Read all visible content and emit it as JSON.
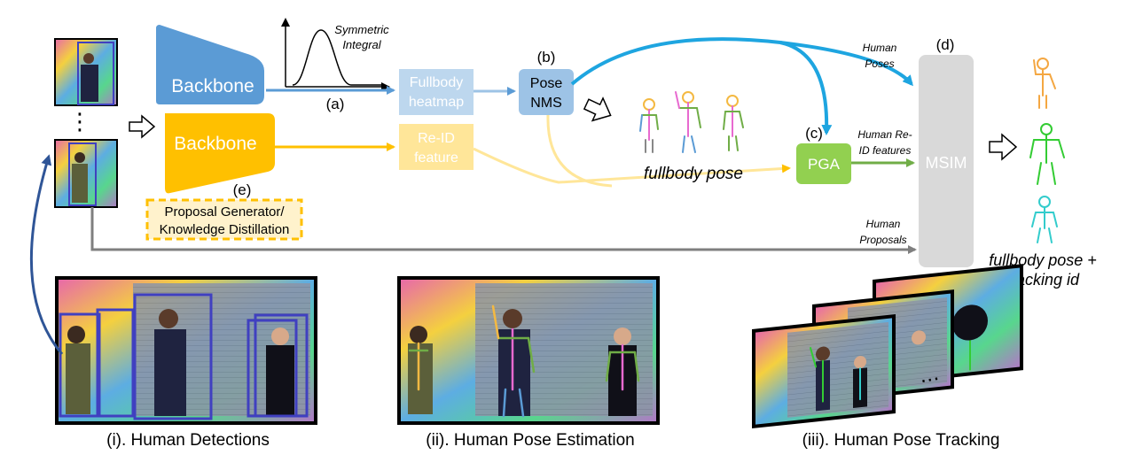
{
  "backbone_top": {
    "label": "Backbone",
    "color": "#5b9bd5"
  },
  "backbone_bottom": {
    "label": "Backbone",
    "color": "#ffc000"
  },
  "curve": {
    "label_line1": "Symmetric",
    "label_line2": "Integral"
  },
  "labels": {
    "a": "(a)",
    "b": "(b)",
    "c": "(c)",
    "d": "(d)",
    "e": "(e)",
    "fullbody_heatmap_1": "Fullbody",
    "fullbody_heatmap_2": "heatmap",
    "reid_feature_1": "Re-ID",
    "reid_feature_2": "feature",
    "pose_nms_1": "Pose",
    "pose_nms_2": "NMS",
    "pga": "PGA",
    "msim": "MSIM",
    "human_poses_1": "Human",
    "human_poses_2": "Poses",
    "human_reid_1": "Human Re-",
    "human_reid_2": "ID features",
    "human_proposals_1": "Human",
    "human_proposals_2": "Proposals",
    "fullbody_pose": "fullbody pose",
    "fullbody_pose_tracking_1": "fullbody pose +",
    "fullbody_pose_tracking_2": "tracking id",
    "proposal_gen_1": "Proposal Generator/",
    "proposal_gen_2": "Knowledge Distillation",
    "dots": "⋮"
  },
  "captions": {
    "i": "(i). Human Detections",
    "ii": "(ii). Human Pose Estimation",
    "iii": "(iii). Human Pose Tracking"
  },
  "colors": {
    "blue_arrow": "#5b9bd5",
    "bright_blue_arrow": "#1ea5e0",
    "yellow_arrow": "#ffc000",
    "grey_arrow": "#7f7f7f",
    "green_arrow": "#70ad47",
    "navy_arrow": "#2f5597",
    "pose_nms_box": "#9dc3e6",
    "fullbody_box": "#bdd7ee",
    "reid_box": "#ffe699",
    "pga_box": "#92d050",
    "msim_box": "#d9d9d9",
    "detection_box": "#4040c0"
  }
}
